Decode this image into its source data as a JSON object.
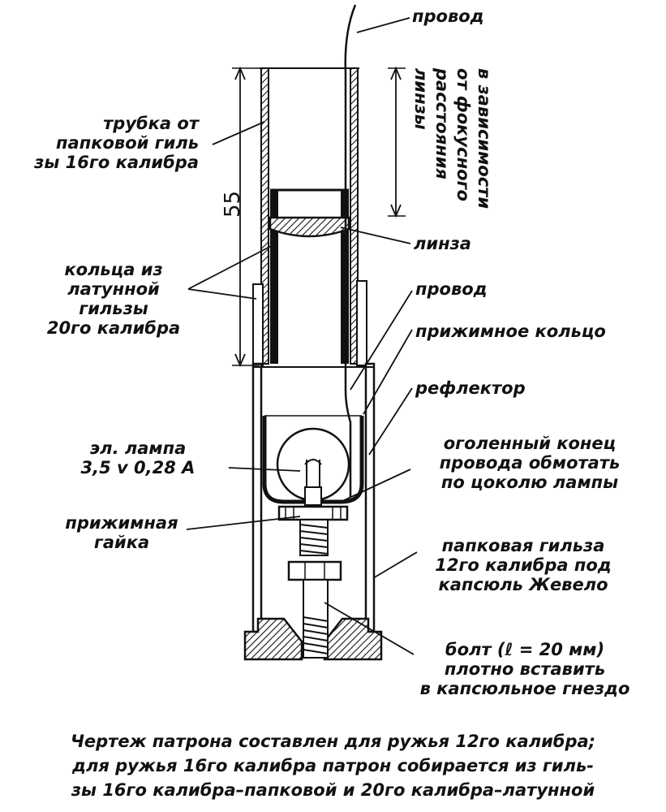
{
  "labels": {
    "wire_top": "провод",
    "tube": [
      "трубка от",
      "папковой гиль",
      "зы 16го калибра"
    ],
    "focal_note": [
      "в зависимости",
      "от фокусного",
      "расстояния",
      "линзы"
    ],
    "dimension": "55",
    "lens": "линза",
    "rings": [
      "кольца из",
      "латунной",
      "гильзы",
      "20го калибра"
    ],
    "wire_mid": "провод",
    "clamp_ring": "прижимное кольцо",
    "reflector": "рефлектор",
    "lamp": [
      "эл. лампа",
      "3,5 v   0,28 А"
    ],
    "bare_end": [
      "оголенный конец",
      "провода обмотать",
      "по цоколю лампы"
    ],
    "clamp_nut": [
      "прижимная",
      "гайка"
    ],
    "paper_case": [
      "папковая гильза",
      "12го калибра под",
      "капсюль Жевело"
    ],
    "bolt": [
      "болт (ℓ = 20 мм)",
      "плотно вставить",
      "в капсюльное гнездо"
    ]
  },
  "caption": [
    "Чертеж патрона составлен для ружья 12го калибра;",
    "для ружья 16го калибра патрон собирается из гиль-",
    "зы 16го калибра–папковой и 20го калибра–латунной"
  ]
}
